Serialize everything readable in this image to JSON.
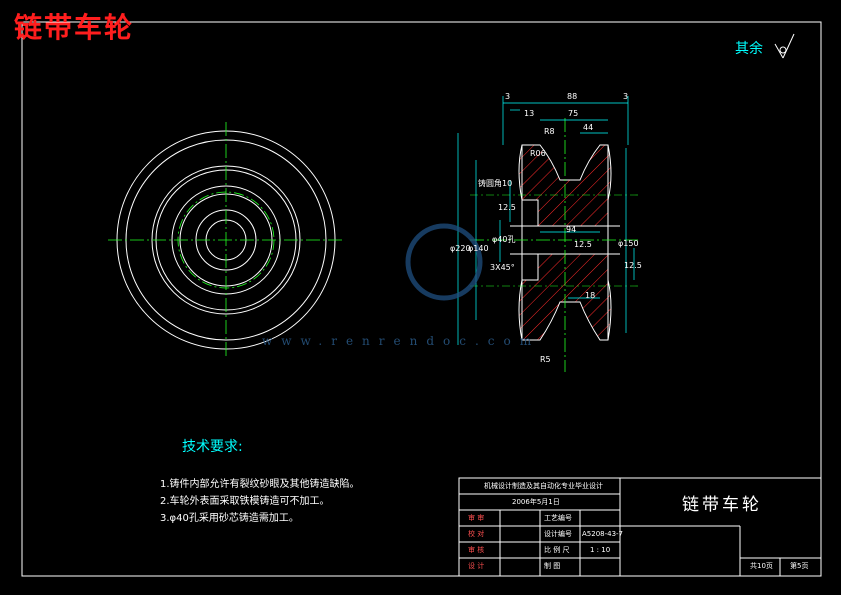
{
  "drawing_title": "链带车轮",
  "surface_note": "其余",
  "tech_requirements": {
    "title": "技术要求:",
    "items": [
      "1.铸件内部允许有裂纹砂眼及其他铸造缺陷。",
      "2.车轮外表面采取铁模铸造可不加工。",
      "3.φ40孔采用砂芯铸造需加工。"
    ]
  },
  "title_block": {
    "project": "机械设计制造及其自动化专业毕业设计",
    "date": "2006年5月1日",
    "part_name": "链带车轮",
    "rows": [
      {
        "label": "审 审",
        "field": "工艺编号",
        "value": ""
      },
      {
        "label": "校 对",
        "field": "设计编号",
        "value": "A5208-43-7"
      },
      {
        "label": "审 核",
        "field": "比 例 尺",
        "value": "1 : 10"
      },
      {
        "label": "设 计",
        "field": "制    图",
        "value": ""
      }
    ],
    "total_sheets": "共10页",
    "sheet_no": "第5页"
  },
  "dimensions": {
    "top": [
      "3",
      "88",
      "3",
      "13",
      "75",
      "44"
    ],
    "labels": [
      "R06",
      "R8",
      "铸圆角10",
      "12.5",
      "φ220",
      "φ140",
      "φ40孔",
      "94",
      "3X45°",
      "12.5",
      "φ150",
      "18",
      "12.5",
      "R5"
    ]
  },
  "watermark": {
    "url": "www.renrendoc.com"
  },
  "colors": {
    "frame": "#ffffff",
    "centerline": "#22ff22",
    "hatch": "#ff2a2a",
    "dimension": "#00ffff",
    "title": "#ff1e1e"
  }
}
